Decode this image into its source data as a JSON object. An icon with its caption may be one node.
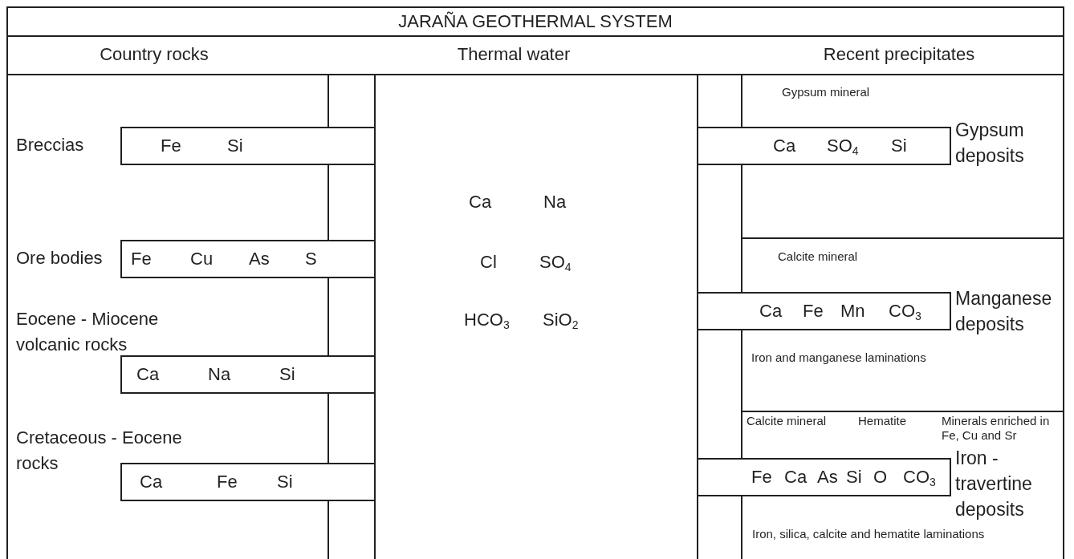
{
  "diagram": {
    "title": "JARAÑA GEOTHERMAL SYSTEM",
    "nodes": [
      {
        "text": [
          "Country rocks",
          "Thermal water",
          "Recent precipitates"
        ]
      },
      {
        "text": [],
        "shape": "box"
      },
      {
        "text": [
          "Fe",
          "Si"
        ]
      },
      {
        "text": [
          "Fe",
          "Cu",
          "As",
          "S"
        ]
      },
      {
        "text": [
          "Ca",
          "Na",
          "Si"
        ]
      },
      {
        "text": [
          "Ca",
          "Fe",
          "Si"
        ]
      },
      {
        "text": [
          "Ca",
          "Na",
          "Cl",
          "SO$_{4}$",
          "HCO$_{3}$",
          "SiO$_{2}$"
        ]
      },
      {
        "text": [
          "Gypsum mineral"
        ]
      },
      {
        "text": [
          "Ca",
          "SO$_{4}$",
          "Si"
        ],
        "beside": [
          "Gypsum deposits"
        ]
      },
      {
        "text": [
          "Calcite mineral",
          "Iron and manganese laminations"
        ]
      },
      {
        "text": [
          "Ca",
          "Fe",
          "Mn",
          "CO$_{3}$"
        ],
        "beside": [
          "Manganese deposits"
        ]
      },
      {
        "text": [
          "Calcite mineral",
          "Hematite",
          "Minerals enriched in Fe, Cu and Sr",
          "Iron, silica, calcite and hematite laminations"
        ]
      },
      {
        "text": [
          "Fe",
          "Ca",
          "As",
          "Si",
          "O",
          "CO$_{3}$"
        ],
        "beside": [
          "Iron - travertine deposits"
        ]
      }
    ],
    "edges": [],
    "labels": [
      "Breccias",
      "Ore bodies",
      "Eocene - Miocene volcanic rocks",
      "Cretaceous - Eocene rocks"
    ]
  }
}
